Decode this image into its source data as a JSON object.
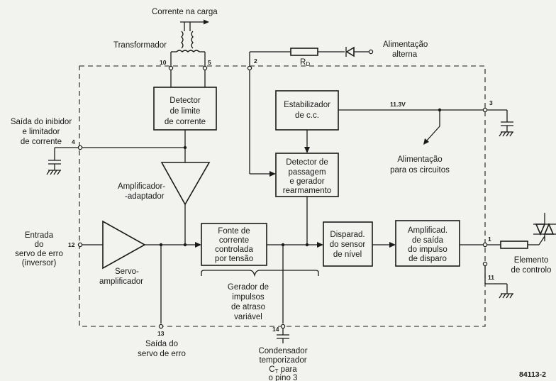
{
  "labels": {
    "corrente_carga": "Corrente na carga",
    "transformador": "Transformador",
    "rd": "R",
    "rd_sub": "D",
    "alimentacao_alterna_1": "Alimentação",
    "alimentacao_alterna_2": "alterna",
    "v113": "11.3V",
    "saida_inibidor_1": "Saída do inibidor",
    "saida_inibidor_2": "e limitador",
    "saida_inibidor_3": "de corrente",
    "amplificador_adaptador_1": "Amplificador-",
    "amplificador_adaptador_2": "-adaptador",
    "alimentacao_circuitos_1": "Alimentação",
    "alimentacao_circuitos_2": "para os circuitos",
    "entrada_1": "Entrada",
    "entrada_2": "do",
    "entrada_3": "servo de erro",
    "entrada_4": "(inversor)",
    "servo_amp_1": "Servo-",
    "servo_amp_2": "amplificador",
    "gerador_1": "Gerador de",
    "gerador_2": "impulsos",
    "gerador_3": "de atraso",
    "gerador_4": "variável",
    "saida_servo_1": "Saída do",
    "saida_servo_2": "servo de erro",
    "condensador_1": "Condensador",
    "condensador_2": "temporizador",
    "condensador_3a": "C",
    "condensador_3sub": "T",
    "condensador_3b": " para",
    "condensador_4": "o pino 3",
    "elemento_1": "Elemento",
    "elemento_2": "de controlo",
    "figure_id": "84113-2"
  },
  "blocks": {
    "detector_1": "Detector",
    "detector_2": "de limite",
    "detector_3": "de corrente",
    "estabilizador_1": "Estabilizador",
    "estabilizador_2": "de c.c.",
    "passagem_1": "Detector de",
    "passagem_2": "passagem",
    "passagem_3": "e gerador",
    "passagem_4": "rearmamento",
    "fonte_1": "Fonte de",
    "fonte_2": "corrente",
    "fonte_3": "controlada",
    "fonte_4": "por tensão",
    "disparad_1": "Disparad.",
    "disparad_2": "do sensor",
    "disparad_3": "de nível",
    "amplificad_1": "Amplificad.",
    "amplificad_2": "de saída",
    "amplificad_3": "do impulso",
    "amplificad_4": "de disparo"
  },
  "pins": {
    "p1": "1",
    "p2": "2",
    "p3": "3",
    "p4": "4",
    "p5": "5",
    "p10": "10",
    "p11": "11",
    "p12": "12",
    "p13": "13",
    "p14": "14"
  }
}
